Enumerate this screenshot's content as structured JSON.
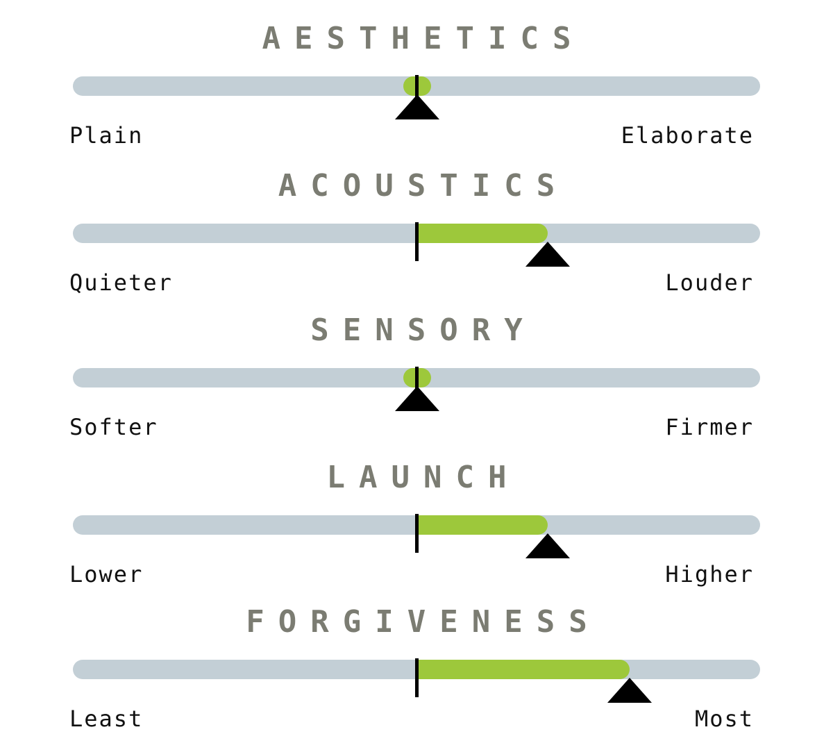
{
  "chart_data": [
    {
      "type": "scale",
      "title": "AESTHETICS",
      "low_label": "Plain",
      "high_label": "Elaborate",
      "value": 0,
      "range": [
        -5,
        5
      ]
    },
    {
      "type": "scale",
      "title": "ACOUSTICS",
      "low_label": "Quieter",
      "high_label": "Louder",
      "value": 1.9,
      "range": [
        -5,
        5
      ]
    },
    {
      "type": "scale",
      "title": "SENSORY",
      "low_label": "Softer",
      "high_label": "Firmer",
      "value": 0,
      "range": [
        -5,
        5
      ]
    },
    {
      "type": "scale",
      "title": "LAUNCH",
      "low_label": "Lower",
      "high_label": "Higher",
      "value": 1.9,
      "range": [
        -5,
        5
      ]
    },
    {
      "type": "scale",
      "title": "FORGIVENESS",
      "low_label": "Least",
      "high_label": "Most",
      "value": 3.1,
      "range": [
        -5,
        5
      ]
    }
  ],
  "colors": {
    "track": "#c3cfd6",
    "fill": "#9dc83b",
    "title": "#7b7c72",
    "pointer": "#000000"
  }
}
